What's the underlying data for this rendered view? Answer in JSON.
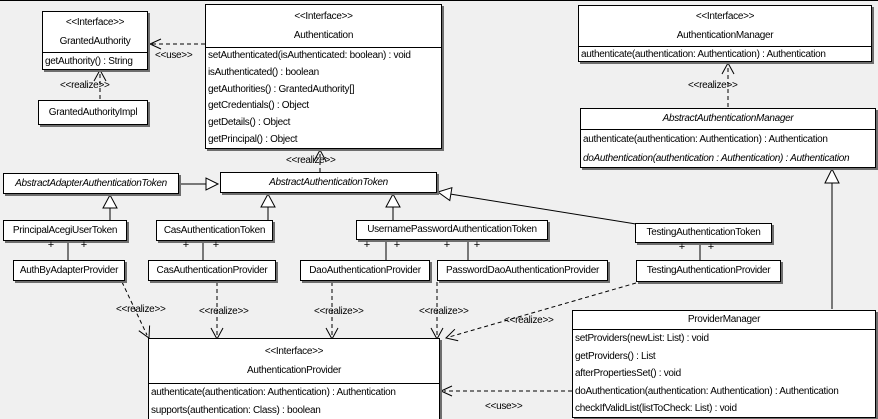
{
  "diagram": {
    "title": "Acegi Security authentication class diagram",
    "colors": {
      "canvas_background": "#f0f0f0",
      "box_fill": "#ffffff",
      "line": "#000000",
      "shadow": "#6e6e6e"
    },
    "classes": [
      {
        "id": "granted-authority",
        "stereotype": "<<Interface>>",
        "name": "GrantedAuthority",
        "abstract": false,
        "methods": [
          {
            "text": "getAuthority() : String"
          }
        ]
      },
      {
        "id": "granted-authority-impl",
        "name": "GrantedAuthorityImpl",
        "abstract": false,
        "methods": []
      },
      {
        "id": "authentication",
        "stereotype": "<<Interface>>",
        "name": "Authentication",
        "abstract": false,
        "methods": [
          {
            "text": "setAuthenticated(isAuthenticated: boolean) : void"
          },
          {
            "text": "isAuthenticated() : boolean"
          },
          {
            "text": "getAuthorities() : GrantedAuthority[]"
          },
          {
            "text": "getCredentials() : Object"
          },
          {
            "text": "getDetails() : Object"
          },
          {
            "text": "getPrincipal() : Object"
          }
        ]
      },
      {
        "id": "authentication-manager",
        "stereotype": "<<Interface>>",
        "name": "AuthenticationManager",
        "abstract": false,
        "methods": [
          {
            "text": "authenticate(authentication: Authentication) : Authentication"
          }
        ]
      },
      {
        "id": "abstract-authentication-manager",
        "name": "AbstractAuthenticationManager",
        "abstract": true,
        "methods": [
          {
            "text": "authenticate(authentication: Authentication) : Authentication"
          },
          {
            "text": "doAuthentication(authentication : Authentication) : Authentication",
            "italic": true
          }
        ]
      },
      {
        "id": "abstract-adapter-authentication-token",
        "name": "AbstractAdapterAuthenticationToken",
        "abstract": true,
        "methods": []
      },
      {
        "id": "abstract-authentication-token",
        "name": "AbstractAuthenticationToken",
        "abstract": true,
        "methods": []
      },
      {
        "id": "principal-acegi-user-token",
        "name": "PrincipalAcegiUserToken",
        "abstract": false,
        "methods": []
      },
      {
        "id": "cas-authentication-token",
        "name": "CasAuthenticationToken",
        "abstract": false,
        "methods": []
      },
      {
        "id": "username-password-authentication-token",
        "name": "UsernamePasswordAuthenticationToken",
        "abstract": false,
        "methods": []
      },
      {
        "id": "testing-authentication-token",
        "name": "TestingAuthenticationToken",
        "abstract": false,
        "methods": []
      },
      {
        "id": "auth-by-adapter-provider",
        "name": "AuthByAdapterProvider",
        "abstract": false,
        "methods": []
      },
      {
        "id": "cas-authentication-provider",
        "name": "CasAuthenticationProvider",
        "abstract": false,
        "methods": []
      },
      {
        "id": "dao-authentication-provider",
        "name": "DaoAuthenticationProvider",
        "abstract": false,
        "methods": []
      },
      {
        "id": "password-dao-authentication-provider",
        "name": "PasswordDaoAuthenticationProvider",
        "abstract": false,
        "methods": []
      },
      {
        "id": "testing-authentication-provider",
        "name": "TestingAuthenticationProvider",
        "abstract": false,
        "methods": []
      },
      {
        "id": "authentication-provider",
        "stereotype": "<<Interface>>",
        "name": "AuthenticationProvider",
        "abstract": false,
        "methods": [
          {
            "text": "authenticate(authentication: Authentication) : Authentication"
          },
          {
            "text": "supports(authentication: Class) : boolean"
          }
        ]
      },
      {
        "id": "provider-manager",
        "name": "ProviderManager",
        "abstract": false,
        "methods": [
          {
            "text": "setProviders(newList: List) : void"
          },
          {
            "text": "getProviders() : List"
          },
          {
            "text": "afterPropertiesSet() : void"
          },
          {
            "text": "doAuthentication(authentication: Authentication) : Authentication"
          },
          {
            "text": "checkIfValidList(listToCheck: List) : void"
          }
        ]
      }
    ],
    "edge_labels": [
      {
        "id": "use-authentication",
        "text": "<<use>>"
      },
      {
        "id": "realize-grantedauthorityimpl",
        "text": "<<realize>>"
      },
      {
        "id": "realize-abstractauthenticationtoken",
        "text": "<<realize>>"
      },
      {
        "id": "realize-abstractauthenticationmanager",
        "text": "<<realize>>"
      },
      {
        "id": "realize-authbyadapterprovider",
        "text": "<<realize>>"
      },
      {
        "id": "realize-casauthenticationprovider",
        "text": "<<realize>>"
      },
      {
        "id": "realize-daoauthenticationprovider",
        "text": "<<realize>>"
      },
      {
        "id": "realize-passworddaoauthenticationprovider",
        "text": "<<realize>>"
      },
      {
        "id": "realize-testingauthenticationprovider",
        "text": "<<realize>>"
      },
      {
        "id": "use-providermanager",
        "text": "<<use>>"
      },
      {
        "id": "plus-1",
        "text": "+"
      },
      {
        "id": "plus-2",
        "text": "+"
      },
      {
        "id": "plus-3",
        "text": "+"
      },
      {
        "id": "plus-4",
        "text": "+"
      },
      {
        "id": "plus-5",
        "text": "+"
      },
      {
        "id": "plus-6",
        "text": "+"
      },
      {
        "id": "plus-7",
        "text": "+"
      },
      {
        "id": "plus-8",
        "text": "+"
      },
      {
        "id": "plus-9",
        "text": "+"
      },
      {
        "id": "plus-10",
        "text": "+"
      }
    ],
    "relationships": [
      {
        "from": "Authentication",
        "to": "GrantedAuthority",
        "type": "use"
      },
      {
        "from": "GrantedAuthorityImpl",
        "to": "GrantedAuthority",
        "type": "realize"
      },
      {
        "from": "AbstractAuthenticationToken",
        "to": "Authentication",
        "type": "realize"
      },
      {
        "from": "AbstractAuthenticationManager",
        "to": "AuthenticationManager",
        "type": "realize"
      },
      {
        "from": "AbstractAdapterAuthenticationToken",
        "to": "AbstractAuthenticationToken",
        "type": "generalization"
      },
      {
        "from": "PrincipalAcegiUserToken",
        "to": "AbstractAdapterAuthenticationToken",
        "type": "generalization"
      },
      {
        "from": "CasAuthenticationToken",
        "to": "AbstractAuthenticationToken",
        "type": "generalization"
      },
      {
        "from": "UsernamePasswordAuthenticationToken",
        "to": "AbstractAuthenticationToken",
        "type": "generalization"
      },
      {
        "from": "TestingAuthenticationToken",
        "to": "AbstractAuthenticationToken",
        "type": "generalization"
      },
      {
        "from": "ProviderManager",
        "to": "AbstractAuthenticationManager",
        "type": "generalization"
      },
      {
        "from": "PrincipalAcegiUserToken",
        "to": "AuthByAdapterProvider",
        "type": "association",
        "end_marks": [
          "+",
          "+"
        ]
      },
      {
        "from": "CasAuthenticationToken",
        "to": "CasAuthenticationProvider",
        "type": "association",
        "end_marks": [
          "+",
          "+"
        ]
      },
      {
        "from": "UsernamePasswordAuthenticationToken",
        "to": "DaoAuthenticationProvider",
        "type": "association",
        "end_marks": [
          "+",
          "+"
        ]
      },
      {
        "from": "UsernamePasswordAuthenticationToken",
        "to": "PasswordDaoAuthenticationProvider",
        "type": "association",
        "end_marks": [
          "+",
          "+"
        ]
      },
      {
        "from": "TestingAuthenticationToken",
        "to": "TestingAuthenticationProvider",
        "type": "association",
        "end_marks": [
          "+",
          "+"
        ]
      },
      {
        "from": "AuthByAdapterProvider",
        "to": "AuthenticationProvider",
        "type": "realize"
      },
      {
        "from": "CasAuthenticationProvider",
        "to": "AuthenticationProvider",
        "type": "realize"
      },
      {
        "from": "DaoAuthenticationProvider",
        "to": "AuthenticationProvider",
        "type": "realize"
      },
      {
        "from": "PasswordDaoAuthenticationProvider",
        "to": "AuthenticationProvider",
        "type": "realize"
      },
      {
        "from": "ProviderManager",
        "to": "AuthenticationProvider",
        "type": "use"
      }
    ]
  }
}
